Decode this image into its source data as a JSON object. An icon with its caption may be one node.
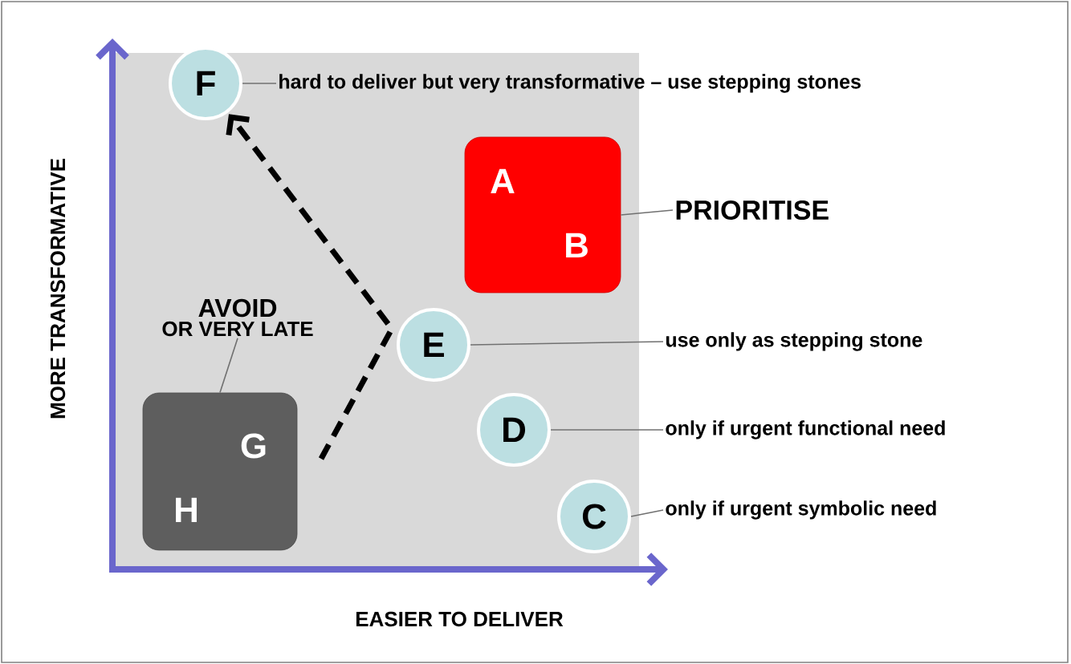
{
  "diagram": {
    "nodes": [
      {
        "text": [
          "F"
        ]
      },
      {
        "text": [
          "hard to deliver but very transformative – use stepping stones"
        ]
      },
      {
        "text": [
          "A",
          "B"
        ]
      },
      {
        "text": [
          "PRIORITISE"
        ]
      },
      {
        "text": [
          "AVOID",
          "OR VERY LATE"
        ]
      },
      {
        "text": [
          "E"
        ]
      },
      {
        "text": [
          "use only as stepping stone"
        ]
      },
      {
        "text": [
          "G",
          "H"
        ]
      },
      {
        "text": [
          "D"
        ]
      },
      {
        "text": [
          "only if urgent functional need"
        ]
      },
      {
        "text": [
          "C"
        ]
      },
      {
        "text": [
          "only if urgent symbolic need"
        ]
      }
    ],
    "edges": [
      {
        "from": 0,
        "to": 1,
        "arrow": "none"
      },
      {
        "from": 2,
        "to": 3,
        "arrow": "none"
      },
      {
        "from": 4,
        "to": 7,
        "arrow": "none"
      },
      {
        "from": 5,
        "to": 6,
        "arrow": "none"
      },
      {
        "from": 8,
        "to": 9,
        "arrow": "none"
      },
      {
        "from": 10,
        "to": 11,
        "arrow": "none"
      },
      {
        "from": null,
        "to": 0,
        "arrow": "to",
        "style": "dashed",
        "color": "#000000"
      }
    ],
    "labels": [
      "MORE  TRANSFORMATIVE",
      "EASIER TO DELIVER"
    ]
  }
}
